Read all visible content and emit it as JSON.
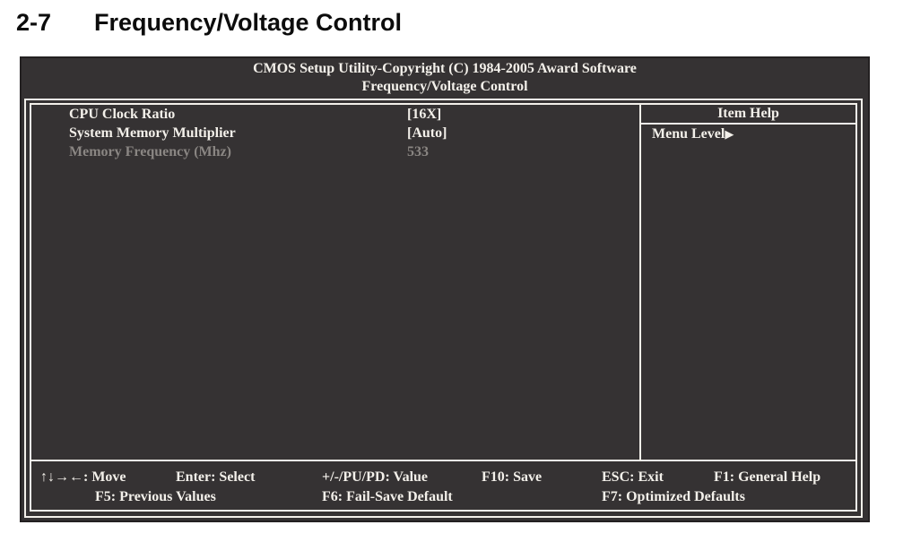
{
  "page": {
    "section_number": "2-7",
    "section_title": "Frequency/Voltage Control"
  },
  "bios": {
    "header_line1": "CMOS Setup Utility-Copyright (C) 1984-2005 Award Software",
    "header_line2": "Frequency/Voltage Control",
    "items": [
      {
        "label": "CPU Clock Ratio",
        "value": "[16X]",
        "enabled": true
      },
      {
        "label": "System Memory Multiplier",
        "value": "[Auto]",
        "enabled": true
      },
      {
        "label": "Memory Frequency (Mhz)",
        "value": "533",
        "enabled": false
      }
    ],
    "help_panel": {
      "title": "Item Help",
      "menu_level_label": "Menu Level",
      "menu_level_arrow": "▶"
    },
    "legend": {
      "row1": [
        {
          "text": "↑↓→←: Move"
        },
        {
          "text": "Enter: Select"
        },
        {
          "text": "+/-/PU/PD: Value"
        },
        {
          "text": "F10: Save"
        },
        {
          "text": "ESC: Exit"
        },
        {
          "text": "F1: General Help"
        }
      ],
      "row2": [
        {
          "text": "F5: Previous Values"
        },
        {
          "text": "F6: Fail-Save Default"
        },
        {
          "text": "F7: Optimized Defaults"
        }
      ]
    },
    "colors": {
      "screen_bg": "#353233",
      "text": "#f3f0ea",
      "disabled_text": "#8a8683"
    }
  }
}
